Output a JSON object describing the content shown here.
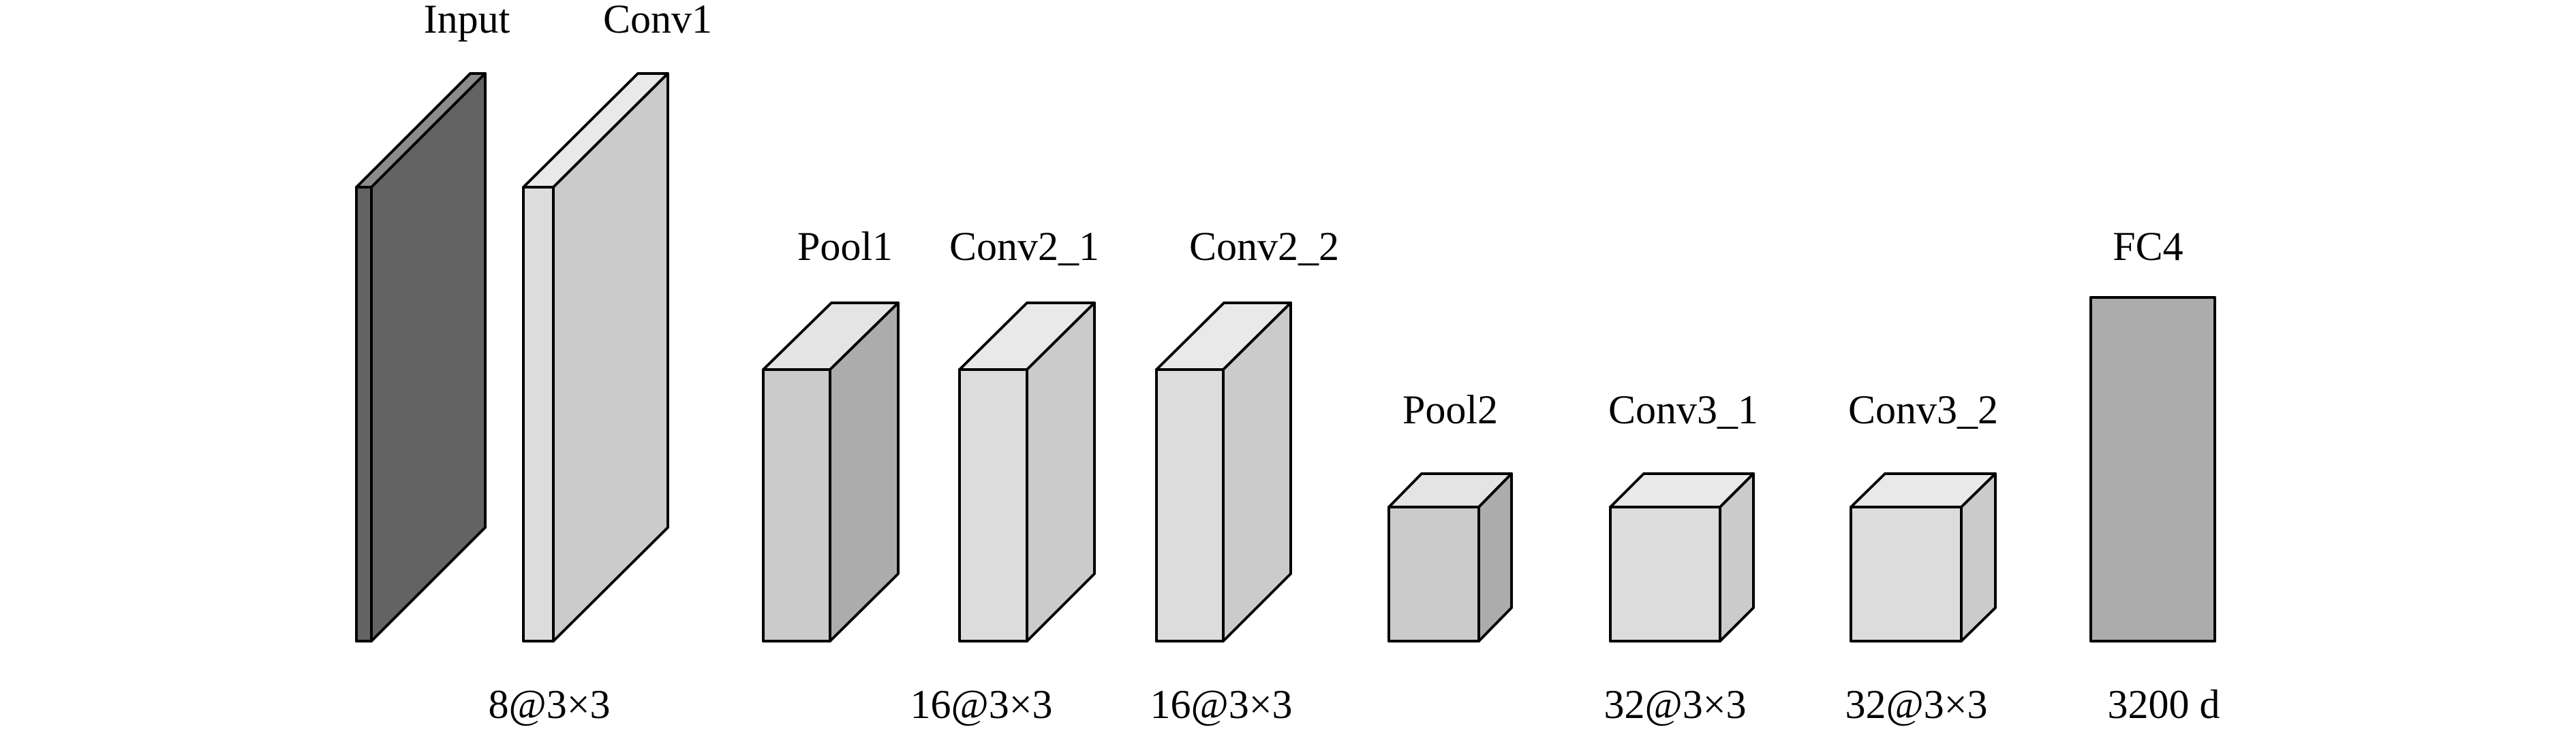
{
  "colors": {
    "background": "#ffffff",
    "stroke": "#000000",
    "input_front": "#636363",
    "input_top": "#8c8c8c",
    "input_side": "#636363",
    "light_front": "#dcdcdc",
    "light_top": "#e9e9e9",
    "light_side": "#cbcbcb",
    "pool_front": "#cbcbcb",
    "pool_top": "#e4e4e4",
    "pool_side": "#acacac",
    "fc_fill": "#acacac"
  },
  "layers": [
    {
      "id": "input",
      "name": "Input",
      "size": ""
    },
    {
      "id": "conv1",
      "name": "Conv1",
      "size": "8@3×3"
    },
    {
      "id": "pool1",
      "name": "Pool1",
      "size": ""
    },
    {
      "id": "conv2_1",
      "name": "Conv2_1",
      "size": "16@3×3"
    },
    {
      "id": "conv2_2",
      "name": "Conv2_2",
      "size": "16@3×3"
    },
    {
      "id": "pool2",
      "name": "Pool2",
      "size": ""
    },
    {
      "id": "conv3_1",
      "name": "Conv3_1",
      "size": "32@3×3"
    },
    {
      "id": "conv3_2",
      "name": "Conv3_2",
      "size": "32@3×3"
    },
    {
      "id": "fc4",
      "name": "FC4",
      "size": "3200 d"
    }
  ]
}
